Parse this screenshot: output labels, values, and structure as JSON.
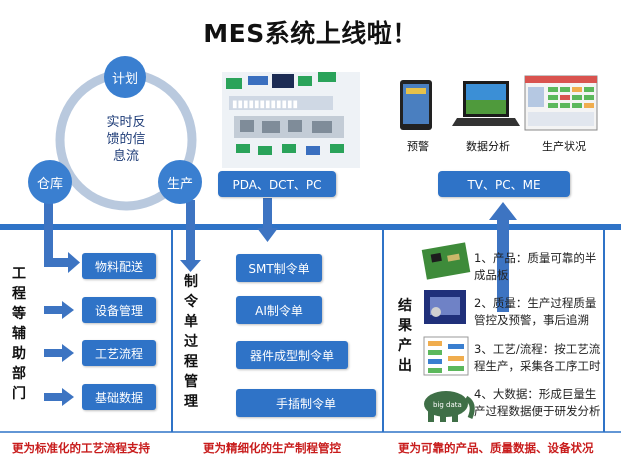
{
  "title": "MES系统上线啦！",
  "cycle": {
    "top": "计划",
    "left": "仓库",
    "right": "生产",
    "center": "实时反\n馈的信\n息流"
  },
  "pda_label": "PDA、DCT、PC",
  "tv_label": "TV、PC、ME",
  "screens": {
    "alert": "预警",
    "analysis": "数据分析",
    "status": "生产状况"
  },
  "left_panel": {
    "heading": "工\n程\n等\n辅\n助\n部\n门",
    "items": [
      "物料配送",
      "设备管理",
      "工艺流程",
      "基础数据"
    ]
  },
  "middle_panel": {
    "heading": "制\n令\n单\n过\n程\n管\n理",
    "items": [
      "SMT制令单",
      "AI制令单",
      "器件成型制令单",
      "手插制令单"
    ]
  },
  "right_panel": {
    "heading": "结\n果\n产\n出",
    "results": [
      {
        "line1": "1、产品：质量可靠的半",
        "line2": "成品板"
      },
      {
        "line1": "2、质量：生产过程质量",
        "line2": "管控及预警，事后追溯"
      },
      {
        "line1": "3、工艺/流程：按工艺流",
        "line2": "程生产，采集各工序工时"
      },
      {
        "line1": "4、大数据：形成巨量生",
        "line2": "产过程数据便于研发分析"
      }
    ]
  },
  "footer": {
    "left": "更为标准化的工艺流程支持",
    "middle": "更为精细化的生产制程管控",
    "right": "更为可靠的产品、质量数据、设备状况"
  },
  "colors": {
    "accent_blue": "#2f73c7",
    "arrow_blue": "#3d74c2",
    "footer_red": "#c81c1c"
  }
}
